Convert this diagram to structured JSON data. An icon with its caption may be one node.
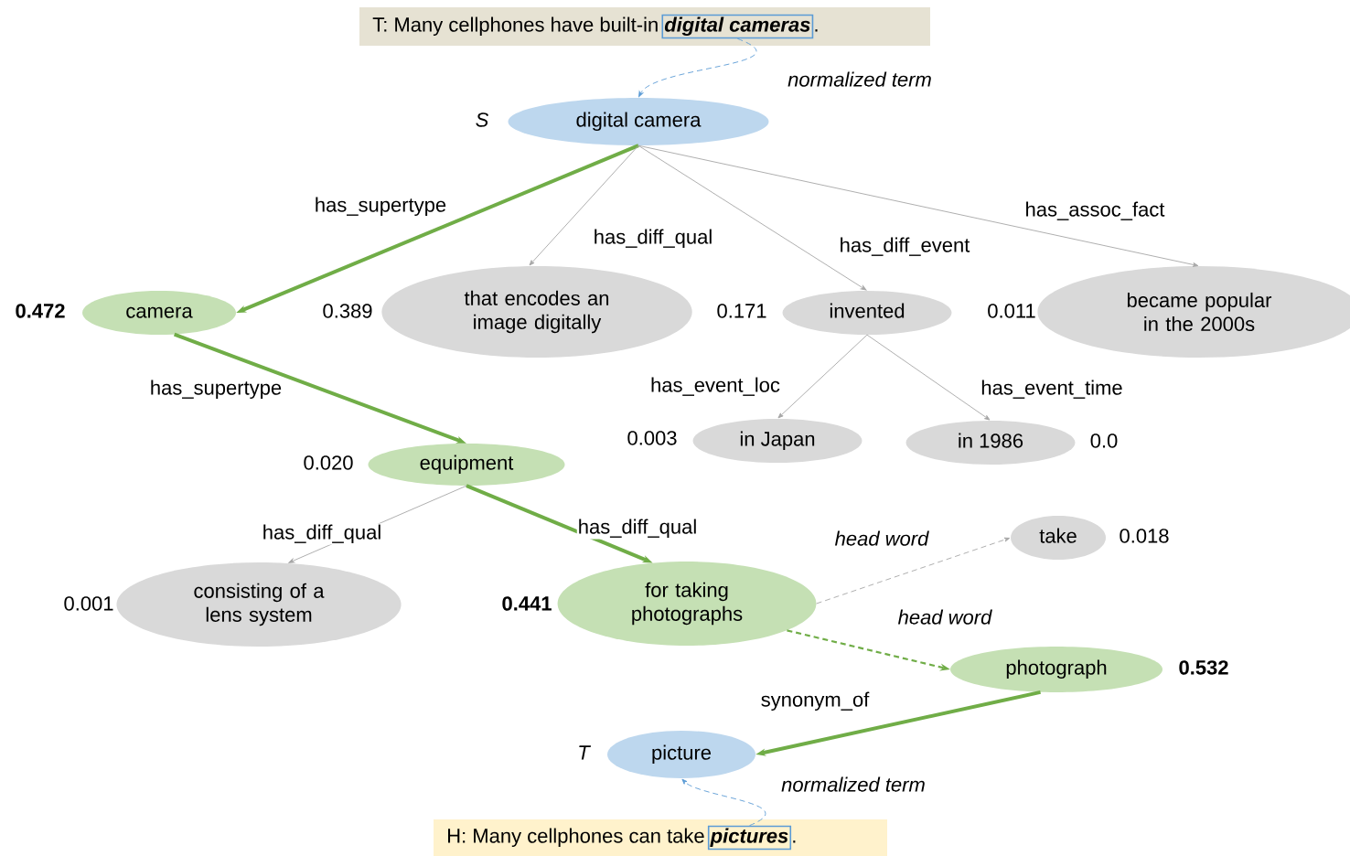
{
  "diagram": {
    "nodes": [
      {
        "text": [
          "T: Many cellphones have built-in",
          "."
        ]
      },
      {
        "text": [
          "digital cameras"
        ],
        "in": 0
      },
      {
        "text": [
          "digital camera"
        ],
        "beside": [
          "S"
        ]
      },
      {
        "text": [
          "camera"
        ],
        "beside": [
          "0.472"
        ]
      },
      {
        "text": [
          "that encodes an image digitally"
        ],
        "beside": [
          "0.389"
        ]
      },
      {
        "text": [
          "invented"
        ],
        "beside": [
          "0.171"
        ]
      },
      {
        "text": [
          "became popular in the 2000s"
        ],
        "beside": [
          "0.011"
        ]
      },
      {
        "text": [
          "in Japan"
        ],
        "beside": [
          "0.003"
        ]
      },
      {
        "text": [
          "in 1986"
        ],
        "beside": [
          "0.0"
        ]
      },
      {
        "text": [
          "equipment"
        ],
        "beside": [
          "0.020"
        ]
      },
      {
        "text": [
          "consisting of a lens system"
        ],
        "beside": [
          "0.001"
        ]
      },
      {
        "text": [
          "for taking photographs"
        ],
        "beside": [
          "0.441"
        ]
      },
      {
        "text": [
          "take"
        ],
        "beside": [
          "0.018"
        ]
      },
      {
        "text": [
          "photograph"
        ],
        "beside": [
          "0.532"
        ]
      },
      {
        "text": [
          "picture"
        ],
        "beside": [
          "T"
        ]
      },
      {
        "text": [
          "H: Many cellphones can take",
          "."
        ]
      },
      {
        "text": [
          "pictures"
        ],
        "in": 15
      }
    ],
    "edges": [
      {
        "from": 1,
        "to": 2,
        "arrow": "to",
        "label": "normalized term",
        "style": "dashed",
        "color": "#5b9bd5"
      },
      {
        "from": 2,
        "to": 3,
        "arrow": "to",
        "label": "has_supertype",
        "style": "thick",
        "color": "#70ad47"
      },
      {
        "from": 2,
        "to": 4,
        "arrow": "to",
        "label": "has_diff_qual"
      },
      {
        "from": 2,
        "to": 5,
        "arrow": "to",
        "label": "has_diff_event"
      },
      {
        "from": 2,
        "to": 6,
        "arrow": "to",
        "label": "has_assoc_fact"
      },
      {
        "from": 3,
        "to": 9,
        "arrow": "to",
        "label": "has_supertype",
        "style": "thick",
        "color": "#70ad47"
      },
      {
        "from": 5,
        "to": 7,
        "arrow": "to",
        "label": "has_event_loc"
      },
      {
        "from": 5,
        "to": 8,
        "arrow": "to",
        "label": "has_event_time"
      },
      {
        "from": 9,
        "to": 10,
        "arrow": "to",
        "label": "has_diff_qual"
      },
      {
        "from": 9,
        "to": 11,
        "arrow": "to",
        "label": "has_diff_qual",
        "style": "thick",
        "color": "#70ad47"
      },
      {
        "from": 11,
        "to": 12,
        "arrow": "to",
        "label": "head word",
        "style": "dashed"
      },
      {
        "from": 11,
        "to": 13,
        "arrow": "to",
        "label": "head word",
        "style": "dashed",
        "color": "#70ad47"
      },
      {
        "from": 13,
        "to": 14,
        "arrow": "to",
        "label": "synonym_of",
        "style": "thick",
        "color": "#70ad47"
      },
      {
        "from": 16,
        "to": 14,
        "arrow": "to",
        "label": "normalized term",
        "style": "dashed",
        "color": "#5b9bd5"
      }
    ]
  }
}
